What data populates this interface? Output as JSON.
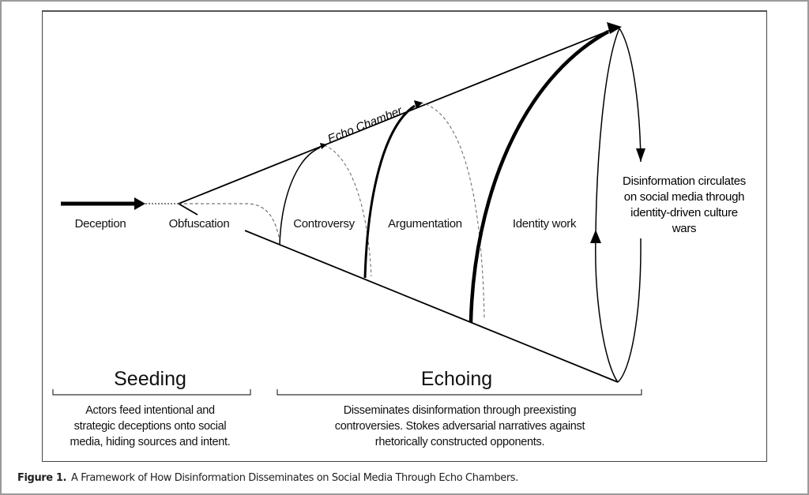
{
  "figure": {
    "caption_label": "Figure 1.",
    "caption_text": "A Framework of How Disinformation Disseminates on Social Media Through Echo Chambers."
  },
  "diagram": {
    "echo_chamber": "Echo Chamber",
    "stages": {
      "deception": "Deception",
      "obfuscation": "Obfuscation",
      "controversy": "Controversy",
      "argumentation": "Argumentation",
      "identity_work": "Identity work"
    },
    "circulation": [
      "Disinformation circulates",
      "on social media through",
      "identity-driven culture",
      "wars"
    ],
    "phases": {
      "seeding": {
        "title": "Seeding",
        "lines": [
          "Actors feed intentional and",
          "strategic deceptions onto social",
          "media, hiding sources and intent."
        ]
      },
      "echoing": {
        "title": "Echoing",
        "lines": [
          "Disseminates disinformation through preexisting",
          "controversies. Stokes adversarial narratives against",
          "rhetorically constructed opponents."
        ]
      }
    }
  }
}
